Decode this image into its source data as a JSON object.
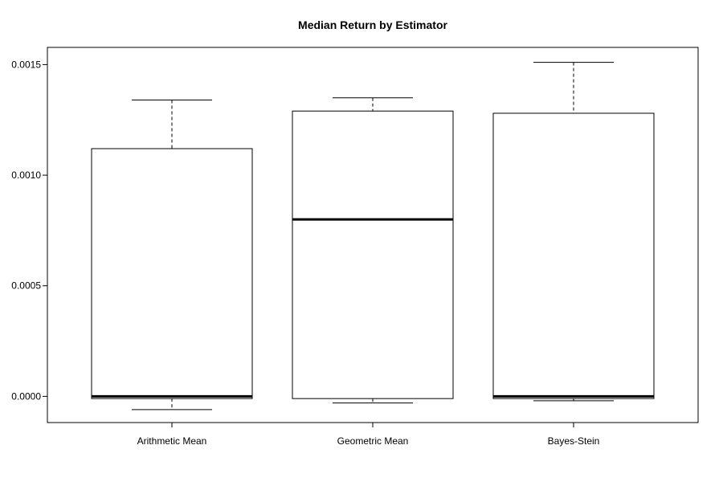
{
  "chart_data": {
    "type": "box",
    "title": "Median Return by Estimator",
    "xlabel": "",
    "ylabel": "",
    "ylim": [
      -0.00012,
      0.00155
    ],
    "yticks": [
      0.0,
      0.0005,
      0.001,
      0.0015
    ],
    "ytick_labels": [
      "0.0000",
      "0.0005",
      "0.0010",
      "0.0015"
    ],
    "categories": [
      "Arithmetic Mean",
      "Geometric Mean",
      "Bayes-Stein"
    ],
    "boxes": [
      {
        "whisker_low": -6e-05,
        "q1": -1e-05,
        "median": 0.0,
        "q3": 0.00112,
        "whisker_high": 0.00134
      },
      {
        "whisker_low": -3e-05,
        "q1": -1e-05,
        "median": 0.0008,
        "q3": 0.00129,
        "whisker_high": 0.00135
      },
      {
        "whisker_low": -2e-05,
        "q1": -1e-05,
        "median": 0.0,
        "q3": 0.00128,
        "whisker_high": 0.00151
      }
    ],
    "grid": false,
    "legend": "none"
  }
}
